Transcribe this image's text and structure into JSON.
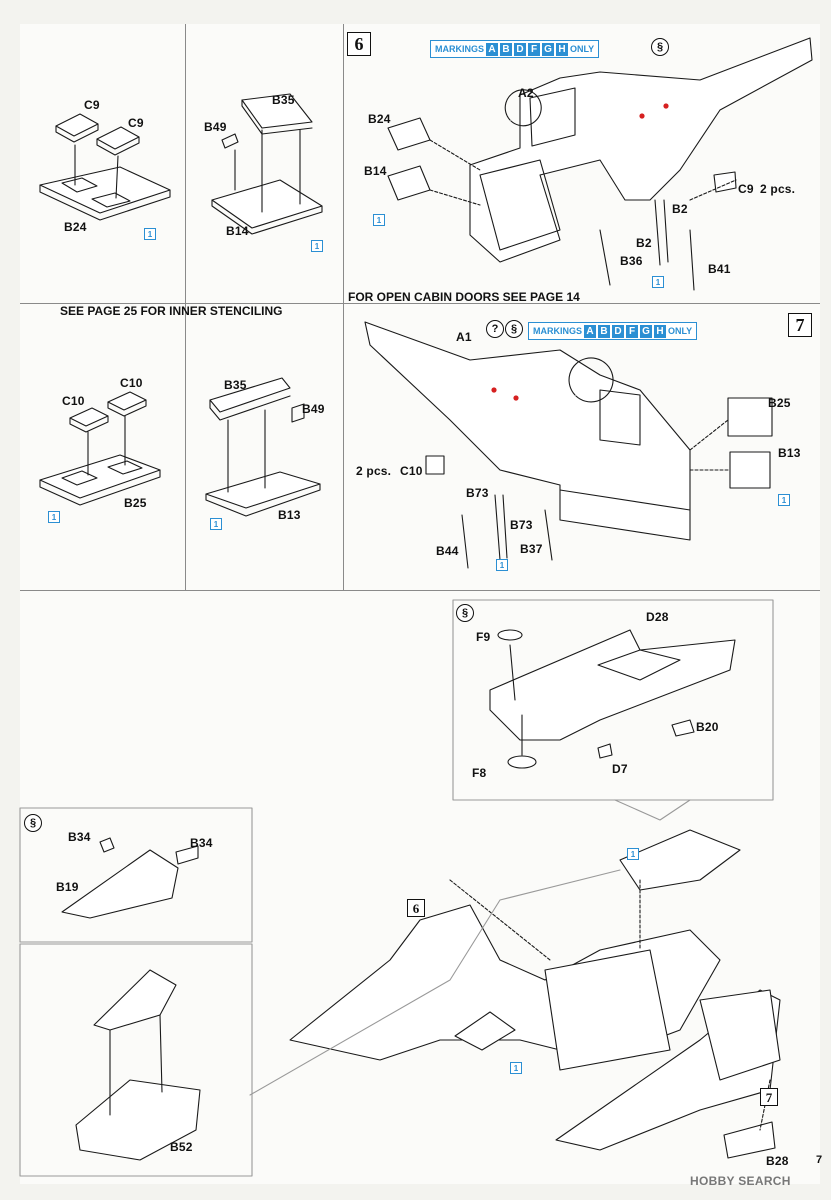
{
  "page": {
    "number": "7"
  },
  "watermark": {
    "text": "HOBBY SEARCH"
  },
  "cells": {
    "c9_assembly": {
      "labels": [
        "C9",
        "C9",
        "B24"
      ],
      "ref": "1"
    },
    "b14_assembly": {
      "labels": [
        "B35",
        "B49",
        "B14"
      ],
      "ref": "1"
    },
    "c10_assembly": {
      "note": "SEE PAGE 25 FOR INNER STENCILING",
      "labels": [
        "C10",
        "C10",
        "B25"
      ],
      "ref": "1"
    },
    "b13_assembly": {
      "labels": [
        "B35",
        "B49",
        "B13"
      ],
      "ref": "1"
    }
  },
  "step6": {
    "number": "6",
    "markings_prefix": "MARKINGS",
    "markings": [
      "A",
      "B",
      "D",
      "F",
      "G",
      "H"
    ],
    "markings_suffix": "ONLY",
    "icon": "§",
    "labels": {
      "a2": "A2",
      "b24": "B24",
      "b14": "B14",
      "c9": "C9",
      "qty": "2 pcs.",
      "b2a": "B2",
      "b2b": "B2",
      "b36": "B36",
      "b41": "B41"
    },
    "refs": [
      "1",
      "1"
    ],
    "note": "FOR OPEN CABIN DOORS SEE PAGE 14"
  },
  "step7": {
    "number": "7",
    "markings_prefix": "MARKINGS",
    "markings": [
      "A",
      "B",
      "D",
      "F",
      "G",
      "H"
    ],
    "markings_suffix": "ONLY",
    "icons": [
      "?",
      "§"
    ],
    "labels": {
      "a1": "A1",
      "b25": "B25",
      "b13": "B13",
      "c10": "C10",
      "qty": "2 pcs.",
      "b73a": "B73",
      "b73b": "B73",
      "b44": "B44",
      "b37": "B37"
    },
    "refs": [
      "1",
      "1"
    ]
  },
  "tail_detail": {
    "icon": "§",
    "labels": {
      "d28": "D28",
      "f9": "F9",
      "b20": "B20",
      "f8": "F8",
      "d7": "D7"
    }
  },
  "left_detail": {
    "icon": "§",
    "labels": {
      "b34a": "B34",
      "b34b": "B34",
      "b19": "B19",
      "b52": "B52"
    }
  },
  "final_assembly": {
    "step6_ref": "6",
    "step7_ref": "7",
    "refs": [
      "1",
      "1"
    ],
    "labels": {
      "b28": "B28"
    }
  },
  "colors": {
    "accent_blue": "#2b8fd3",
    "marker_red": "#d62020"
  }
}
